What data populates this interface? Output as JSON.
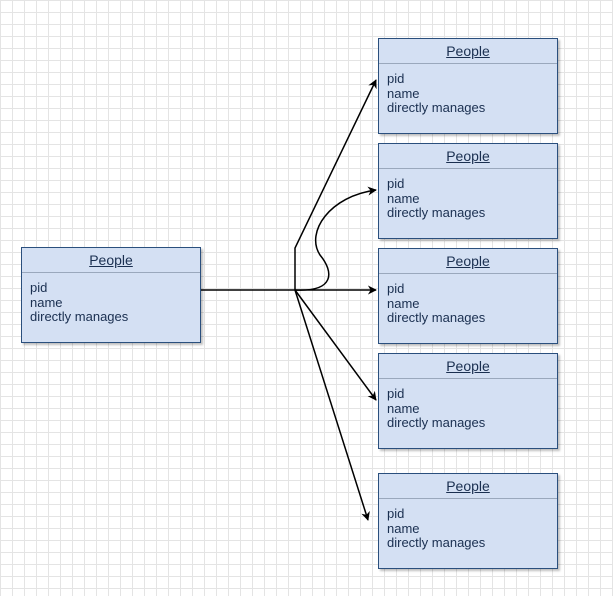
{
  "diagram": {
    "source_entity": {
      "title": "People",
      "attributes": [
        "pid",
        "name",
        "directly manages"
      ]
    },
    "target_entities": [
      {
        "title": "People",
        "attributes": [
          "pid",
          "name",
          "directly manages"
        ]
      },
      {
        "title": "People",
        "attributes": [
          "pid",
          "name",
          "directly manages"
        ]
      },
      {
        "title": "People",
        "attributes": [
          "pid",
          "name",
          "directly manages"
        ]
      },
      {
        "title": "People",
        "attributes": [
          "pid",
          "name",
          "directly manages"
        ]
      },
      {
        "title": "People",
        "attributes": [
          "pid",
          "name",
          "directly manages"
        ]
      }
    ],
    "relationship": "one source entity connects to five target entities via arrows",
    "colors": {
      "entity_fill": "#d4e0f3",
      "entity_border": "#2a4f7d",
      "text": "#1a2f50",
      "connector": "#000000"
    }
  }
}
